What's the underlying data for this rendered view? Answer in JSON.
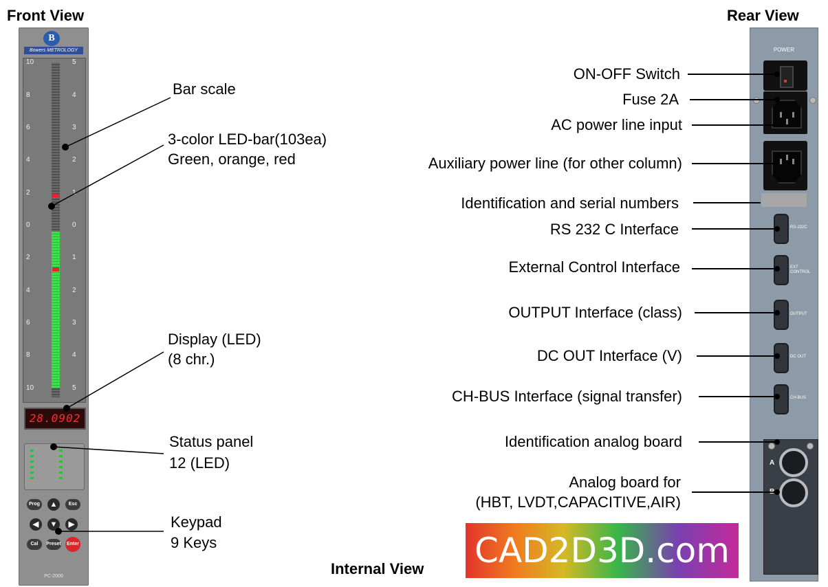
{
  "titles": {
    "front_view": "Front View",
    "rear_view": "Rear View",
    "internal_view": "Internal View"
  },
  "front_labels": {
    "bar_scale": "Bar scale",
    "led_bar_line1": "3-color LED-bar(103ea)",
    "led_bar_line2": "Green, orange, red",
    "display_line1": "Display (LED)",
    "display_line2": "(8 chr.)",
    "status_line1": "Status panel",
    "status_line2": "12 (LED)",
    "keypad_line1": "Keypad",
    "keypad_line2": "9 Keys"
  },
  "rear_labels": {
    "on_off": "ON-OFF Switch",
    "fuse": "Fuse 2A",
    "ac_power": "AC power line input",
    "aux_power": "Auxiliary power line (for other column)",
    "id_serial": "Identification and serial numbers",
    "rs232": "RS 232 C Interface",
    "ext_control": "External Control Interface",
    "output": "OUTPUT Interface (class)",
    "dc_out": "DC OUT Interface (V)",
    "ch_bus": "CH-BUS Interface  (signal transfer)",
    "id_analog": "Identification analog board",
    "analog_line1": "Analog board for",
    "analog_line2": "(HBT, LVDT,CAPACITIVE,AIR)"
  },
  "front_device": {
    "logo": "B",
    "brand": "Bowers METROLOGY",
    "display_value": "28.0902",
    "model": "PC-2000",
    "scale_left": [
      "10",
      "8",
      "6",
      "4",
      "2",
      "0",
      "2",
      "4",
      "6",
      "8",
      "10"
    ],
    "scale_right": [
      "5",
      "4",
      "3",
      "2",
      "1",
      "0",
      "1",
      "2",
      "3",
      "4",
      "5"
    ],
    "led_lit_fraction": 0.47,
    "keys": {
      "prog": "Prog",
      "up": "▲",
      "esc": "Esc",
      "left": "◀",
      "down": "▼",
      "right": "▶",
      "cal": "Cal",
      "preset": "Preset",
      "enter": "Enter"
    }
  },
  "rear_device": {
    "power_label": "POWER",
    "ports": [
      "RS-232C",
      "EXT CONTROL",
      "OUTPUT",
      "DC OUT",
      "CH-BUS"
    ],
    "board_a": "A",
    "board_b": "B"
  },
  "watermark": "CAD2D3D.com"
}
